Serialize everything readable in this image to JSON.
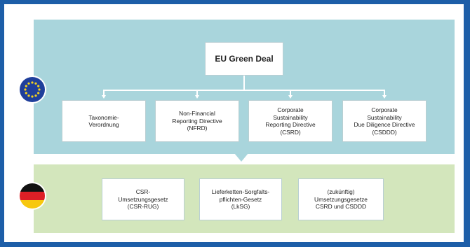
{
  "eu": {
    "root": "EU Green Deal",
    "children": [
      "Taxonomie-\nVerordnung",
      "Non-Financial\nReporting Directive\n(NFRD)",
      "Corporate\nSustainability\nReporting Directive\n(CSRD)",
      "Corporate\nSustainability\nDue Diligence Directive\n(CSDDD)"
    ]
  },
  "de": {
    "laws": [
      "CSR-\nUmsetzungsgesetz\n(CSR-RUG)",
      "Lieferketten-Sorgfalts-\npflichten-Gesetz\n(LkSG)",
      "(zukünftig)\nUmsetzungsgesetze\nCSRD und CSDDD"
    ]
  },
  "colors": {
    "eu_band": "#a9d5dc",
    "de_band": "#d3e6bc",
    "frame": "#1d5ea8",
    "eu_flag": "#1f3f9b",
    "eu_stars": "#f7d31a",
    "de_black": "#111111",
    "de_red": "#dd1f26",
    "de_gold": "#f7c80f"
  },
  "icons": [
    "eu-flag-icon",
    "german-flag-icon"
  ]
}
